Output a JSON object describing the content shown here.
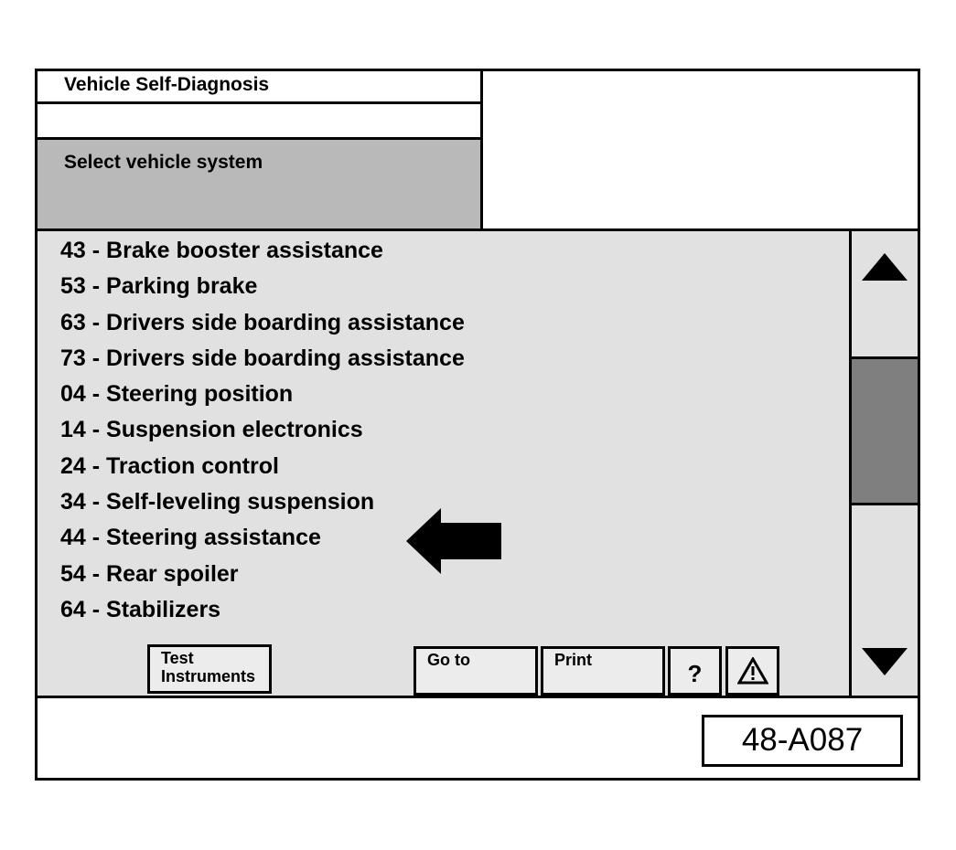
{
  "header": {
    "title": "Vehicle Self-Diagnosis",
    "prompt": "Select vehicle system"
  },
  "systems": [
    {
      "code": "43",
      "label": "Brake booster assistance"
    },
    {
      "code": "53",
      "label": "Parking brake"
    },
    {
      "code": "63",
      "label": "Drivers side boarding assistance"
    },
    {
      "code": "73",
      "label": "Drivers side boarding assistance"
    },
    {
      "code": "04",
      "label": "Steering position"
    },
    {
      "code": "14",
      "label": "Suspension electronics"
    },
    {
      "code": "24",
      "label": "Traction control"
    },
    {
      "code": "34",
      "label": "Self-leveling suspension"
    },
    {
      "code": "44",
      "label": "Steering assistance"
    },
    {
      "code": "54",
      "label": "Rear spoiler"
    },
    {
      "code": "64",
      "label": "Stabilizers"
    }
  ],
  "separator": " - ",
  "buttons": {
    "test_line1": "Test",
    "test_line2": "Instruments",
    "goto": "Go to",
    "print": "Print",
    "help": "?"
  },
  "icons": {
    "warning": "warning-triangle-icon",
    "pointer": "left-arrow-icon",
    "scroll_up": "triangle-up-icon",
    "scroll_down": "triangle-down-icon"
  },
  "figure_id": "48-A087"
}
